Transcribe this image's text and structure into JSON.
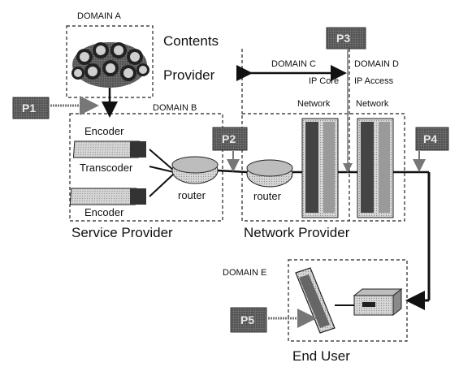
{
  "domains": {
    "a": "DOMAIN A",
    "b": "DOMAIN B",
    "c": "DOMAIN C",
    "c_sub": "IP Core",
    "d": "DOMAIN D",
    "d_sub": "IP Access",
    "e": "DOMAIN E"
  },
  "labels": {
    "contents": "Contents",
    "provider": "Provider",
    "encoder_top": "Encoder",
    "transcoder": "Transcoder",
    "encoder_bottom": "Encoder",
    "router_left": "router",
    "router_right": "router",
    "network_left": "Network",
    "network_right": "Network",
    "service_provider": "Service Provider",
    "network_provider": "Network Provider",
    "end_user": "End User"
  },
  "points": [
    "P1",
    "P2",
    "P3",
    "P4",
    "P5"
  ],
  "icons": [
    "contents-cloud-icon",
    "encoder-server-icon",
    "router-icon",
    "network-rack-icon",
    "display-icon",
    "settop-box-icon"
  ]
}
